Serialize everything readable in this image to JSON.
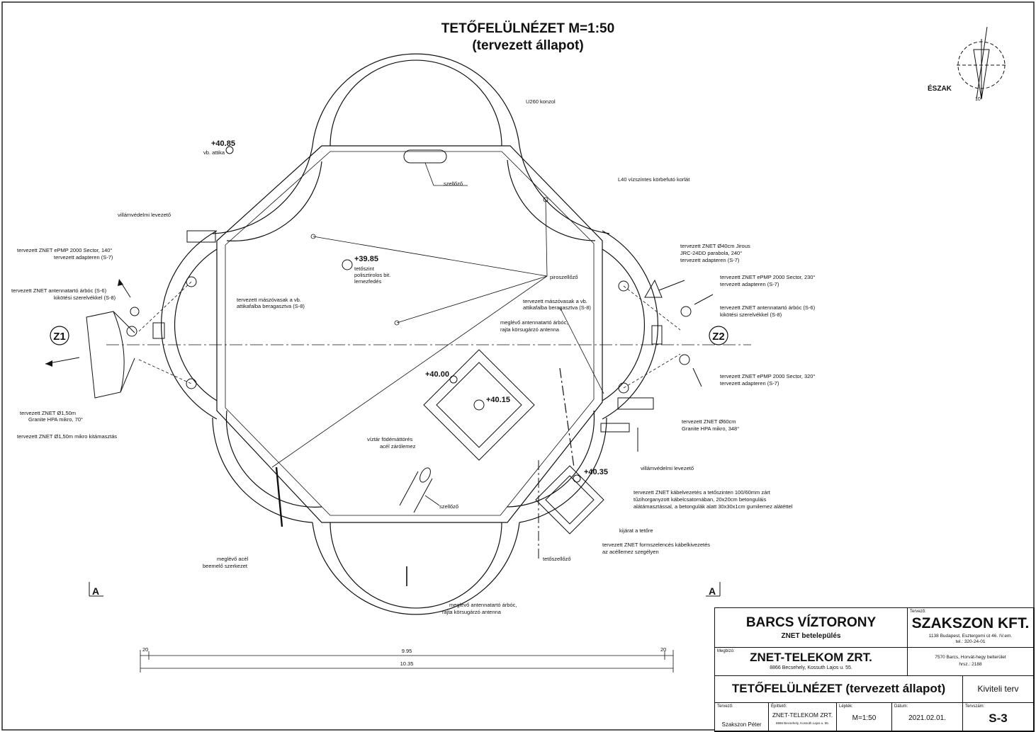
{
  "header": {
    "title": "TETŐFELÜLNÉZET M=1:50",
    "subtitle": "(tervezett állapot)",
    "north_label": "ÉSZAK",
    "north_angle": "10°"
  },
  "plan": {
    "levels": {
      "top_left": "+40.85",
      "top_left_note": "vb. attika",
      "roof": "+39.85",
      "roof_note_1": "tetőszint",
      "roof_note_2": "polisztirolos bit.",
      "roof_note_3": "lemezfedés",
      "hatch_a": "+40.00",
      "hatch_b": "+40.15",
      "hatch_c": "+40.35"
    },
    "zones": {
      "z1": "Z1",
      "z2": "Z2"
    },
    "section_marks": {
      "left": "A",
      "right": "A"
    },
    "dimensions": {
      "end_left": "20",
      "end_right": "20",
      "inner": "9.95",
      "outer": "10.35"
    },
    "labels": {
      "konzol": "U260 konzol",
      "szellozo_top": "szellőző",
      "karel": "L40 vízszintes körbefutó korlát",
      "villam_left": "villámvédelmi levezető",
      "epmp140_1": "tervezett ZNET ePMP 2000 Sector, 140°",
      "epmp140_2": "tervezett adapteren (S-7)",
      "arboc_left_1": "tervezett ZNET antennatartó árbóc (S-6)",
      "arboc_left_2": "kikötési szerelvékkel (S-8)",
      "dish150_1": "tervezett ZNET Ø1,50m",
      "dish150_2": "Granite HPA mikro, 70°",
      "dish150_support": "tervezett ZNET Ø1,50m mikro kitámasztás",
      "meszovasak_left_1": "tervezett mászóvasak a vb.",
      "meszovasak_left_2": "attikafalba beragasztva (S-8)",
      "piros": "piroszellőző",
      "meszovasak_right_1": "tervezett mászóvasak a vb.",
      "meszovasak_right_2": "attikafalba beragasztva (S-8)",
      "meglevo_arboc_1": "meglévő antennatartó árbóc,",
      "meglevo_arboc_2": "rajta körsugárzó antenna",
      "parabola_1": "tervezett ZNET Ø40cm Jirous",
      "parabola_2": "JRC-24DD parabola, 240°",
      "parabola_3": "tervezett adapteren (S-7)",
      "epmp230_1": "tervezett ZNET ePMP 2000 Sector, 230°",
      "epmp230_2": "tervezett adapteren (S-7)",
      "arboc_right_1": "tervezett ZNET antennatartó árbóc (S-6)",
      "arboc_right_2": "kikötési szerelvékkel (S-8)",
      "epmp320_1": "tervezett ZNET ePMP 2000 Sector, 320°",
      "epmp320_2": "tervezett adapteren (S-7)",
      "dish60_1": "tervezett ZNET Ø60cm",
      "dish60_2": "Granite HPA mikro, 348°",
      "villam_right": "villámvédelmi levezető",
      "kabel_1": "tervezett ZNET kábelvezetés a tetőszinten 100/60mm zárt",
      "kabel_2": "tűzihorganyzott kábelcsatornában, 20x20cm betonguláis",
      "kabel_3": "alátámasztással, a betongulák alatt 30x30x1cm gumilemez alátéttel",
      "viztar_1": "víztár födémáttörés",
      "viztar_2": "acél zárólemez",
      "szellozo_bottom": "szellőző",
      "kijarat": "kijárat a tetőre",
      "kabelkivezetes_1": "tervezett ZNET formszelencés kábelkivezetés",
      "kabelkivezetes_2": "az acéllemez szegélyen",
      "tetoszellozo": "tetőszellőző",
      "acel_1": "meglévő acél",
      "acel_2": "beemelő szerkezet",
      "bottom_arboc_1": "meglévő antennatartó árbóc,",
      "bottom_arboc_2": "rajta körsugárzó antenna"
    }
  },
  "title_block": {
    "project": "BARCS VÍZTORONY",
    "project_sub": "ZNET betelepülés",
    "designer_label": "Tervező:",
    "designer": "SZAKSZON KFT.",
    "designer_addr_1": "1138 Budapest, Esztergomi út 46. IV.em.",
    "designer_addr_2": "tel.: 320-24-01",
    "client_label": "Megbízó:",
    "client": "ZNET-TELEKOM ZRT.",
    "client_addr": "8866 Becsehely, Kossuth Lajos u. 55.",
    "site_1": "7570 Barcs, Horvát-hegy belterület",
    "site_2": "hrsz.: 2188",
    "drawing_title": "TETŐFELÜLNÉZET (tervezett állapot)",
    "phase": "Kiviteli terv",
    "f_tervezo_label": "Tervező:",
    "f_tervezo": "Szakszon Péter",
    "f_epitteto_label": "Építtető:",
    "f_epitteto": "ZNET-TELEKOM ZRT.",
    "f_epitteto_addr": "8866 Becsehely, Kossuth Lajos u. 55.",
    "f_lepték_label": "Lépték:",
    "f_lepték": "M=1:50",
    "f_datum_label": "Dátum:",
    "f_datum": "2021.02.01.",
    "f_tervszam_label": "Tervszám:",
    "f_tervszam": "S-3"
  }
}
